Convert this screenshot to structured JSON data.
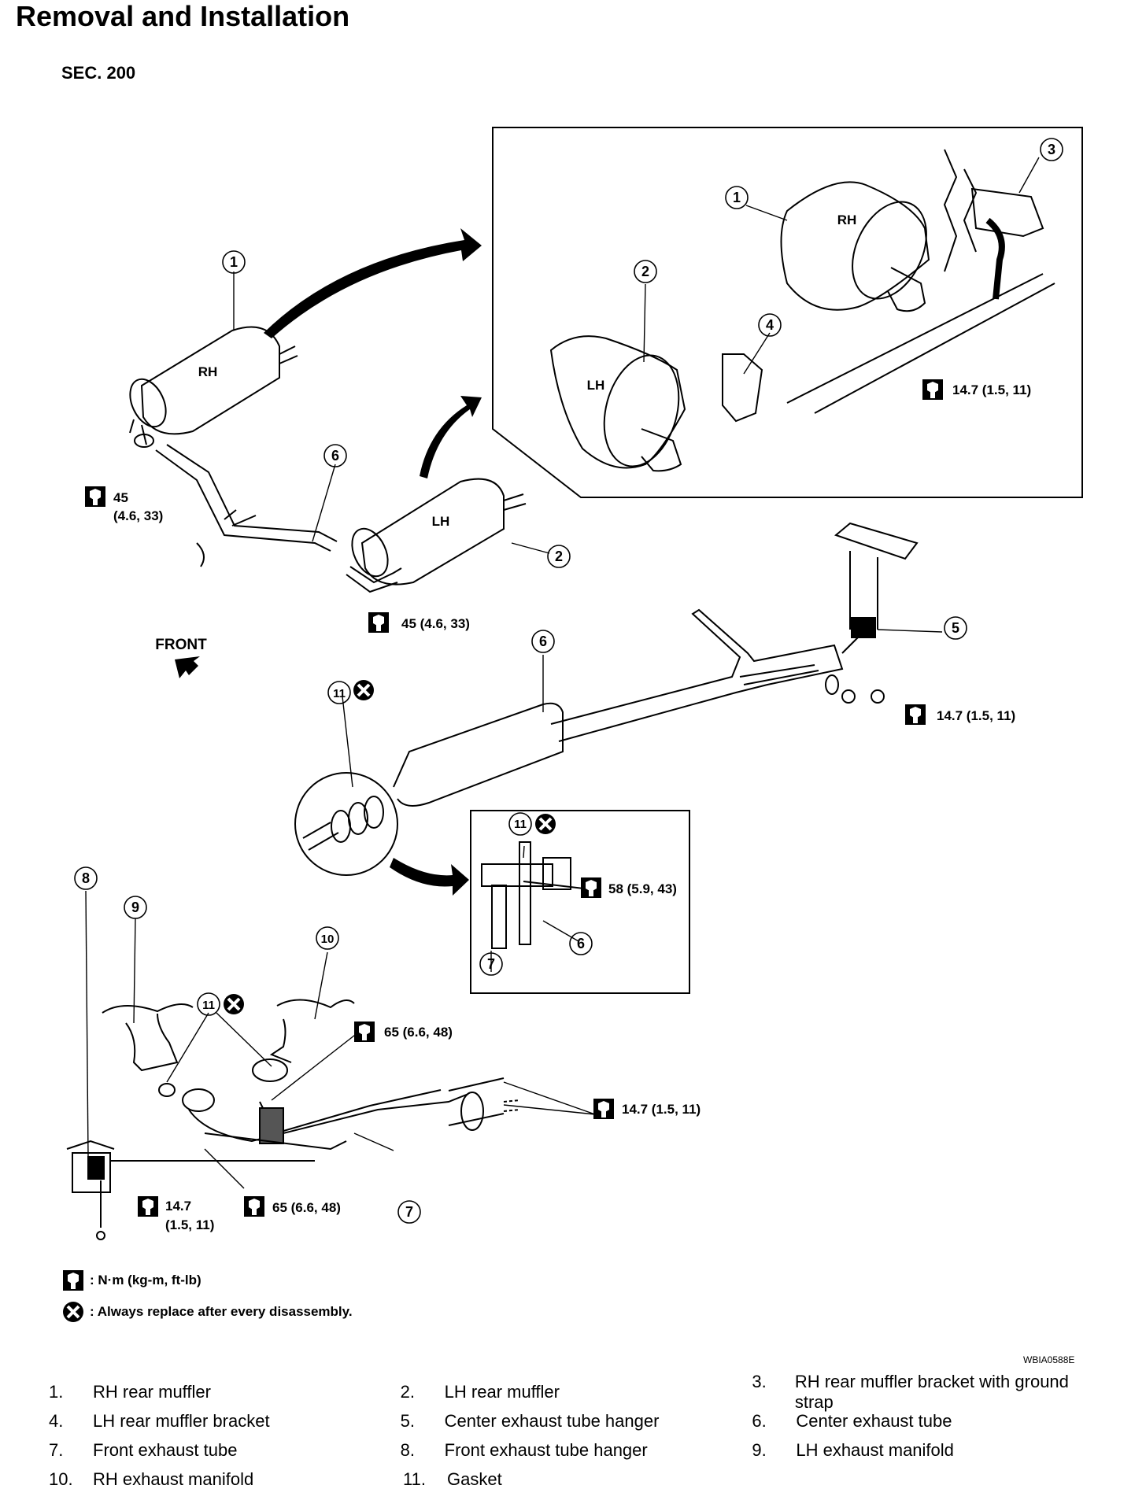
{
  "header": {
    "title": "Removal and Installation",
    "section": "SEC. 200"
  },
  "callouts": {
    "c1": "1",
    "c2": "2",
    "c3": "3",
    "c4": "4",
    "c5": "5",
    "c6": "6",
    "c7": "7",
    "c8": "8",
    "c9": "9",
    "c10": "10",
    "c11": "11"
  },
  "muffler_labels": {
    "rh": "RH",
    "lh": "LH"
  },
  "direction_label": "FRONT",
  "torques": {
    "t_rh_a": "45",
    "t_rh_b": "(4.6, 33)",
    "t_lh": "45 (4.6, 33)",
    "t_inset_bracket": "14.7 (1.5, 11)",
    "t_hanger5": "14.7 (1.5, 11)",
    "t_flange": "58 (5.9, 43)",
    "t_rh_manifold": "65 (6.6, 48)",
    "t_cat": "14.7 (1.5, 11)",
    "t_hanger8_a": "14.7",
    "t_hanger8_b": "(1.5, 11)",
    "t_lh_manifold": "65 (6.6, 48)"
  },
  "legend": {
    "torque_unit": ": N·m (kg-m, ft-lb)",
    "replace_note": ": Always replace after every disassembly."
  },
  "figure_ref": "WBIA0588E",
  "parts": [
    {
      "num": "1.",
      "name": "RH rear muffler"
    },
    {
      "num": "2.",
      "name": "LH rear muffler"
    },
    {
      "num": "3.",
      "name": "RH rear muffler bracket with ground strap"
    },
    {
      "num": "4.",
      "name": "LH rear muffler bracket"
    },
    {
      "num": "5.",
      "name": "Center exhaust tube hanger"
    },
    {
      "num": "6.",
      "name": "Center exhaust tube"
    },
    {
      "num": "7.",
      "name": "Front exhaust tube"
    },
    {
      "num": "8.",
      "name": "Front exhaust tube hanger"
    },
    {
      "num": "9.",
      "name": "LH exhaust manifold"
    },
    {
      "num": "10.",
      "name": "RH exhaust manifold"
    },
    {
      "num": "11.",
      "name": "Gasket"
    }
  ]
}
